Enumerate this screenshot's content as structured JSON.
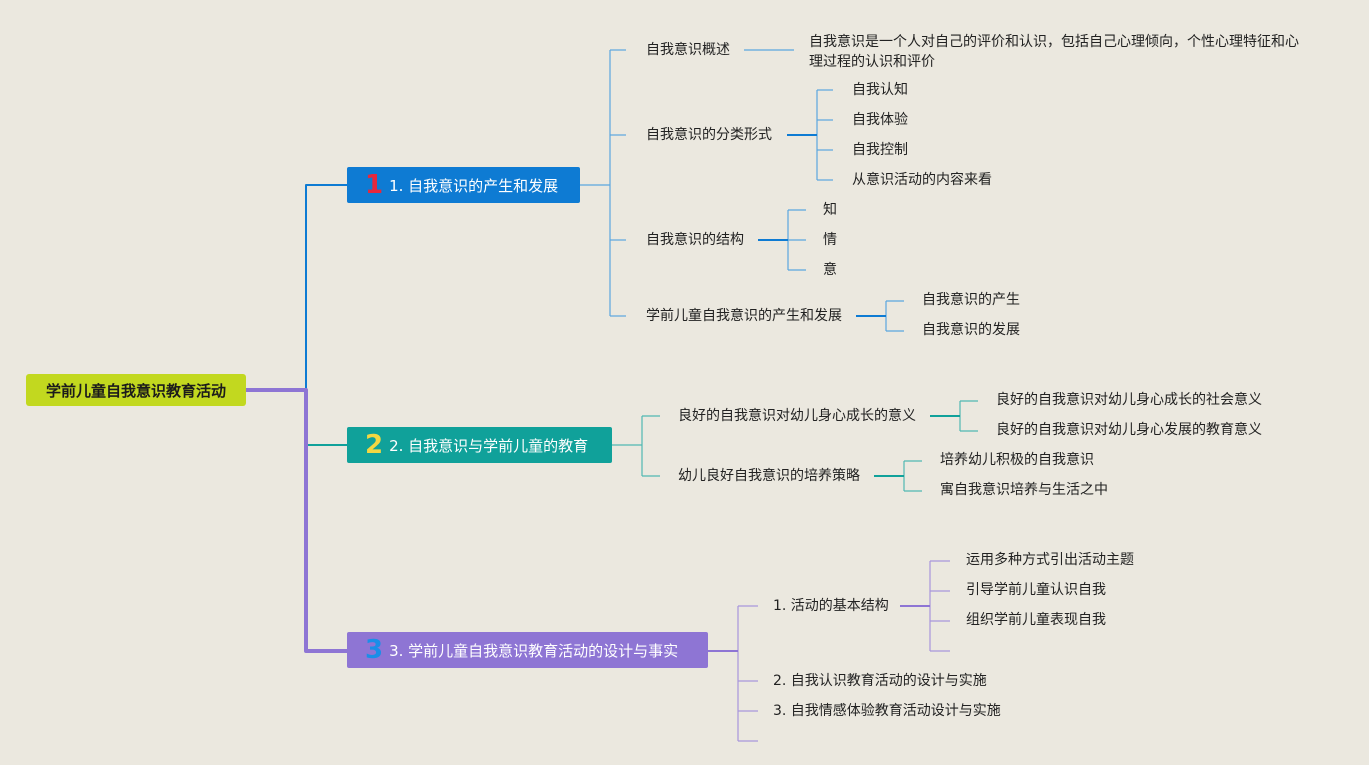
{
  "root": {
    "label": "学前儿童自我意识教育活动"
  },
  "colors": {
    "root": "#c2d81f",
    "branch1": "#0e7bd3",
    "branch2": "#10a19a",
    "branch3": "#8e75d4"
  },
  "branches": [
    {
      "number": "1",
      "label": "1. 自我意识的产生和发展",
      "children": [
        {
          "label": "自我意识概述",
          "children": [
            {
              "label": "自我意识是一个人对自己的评价和认识，包括自己心理倾向，个性心理特征和心理过程的认识和评价"
            }
          ]
        },
        {
          "label": "自我意识的分类形式",
          "children": [
            {
              "label": "自我认知"
            },
            {
              "label": "自我体验"
            },
            {
              "label": "自我控制"
            },
            {
              "label": "从意识活动的内容来看"
            }
          ]
        },
        {
          "label": "自我意识的结构",
          "children": [
            {
              "label": "知"
            },
            {
              "label": "情"
            },
            {
              "label": "意"
            }
          ]
        },
        {
          "label": "学前儿童自我意识的产生和发展",
          "children": [
            {
              "label": "自我意识的产生"
            },
            {
              "label": "自我意识的发展"
            }
          ]
        }
      ]
    },
    {
      "number": "2",
      "label": "2. 自我意识与学前儿童的教育",
      "children": [
        {
          "label": "良好的自我意识对幼儿身心成长的意义",
          "children": [
            {
              "label": "良好的自我意识对幼儿身心成长的社会意义"
            },
            {
              "label": "良好的自我意识对幼儿身心发展的教育意义"
            }
          ]
        },
        {
          "label": "幼儿良好自我意识的培养策略",
          "children": [
            {
              "label": "培养幼儿积极的自我意识"
            },
            {
              "label": "寓自我意识培养与生活之中"
            }
          ]
        }
      ]
    },
    {
      "number": "3",
      "label": "3. 学前儿童自我意识教育活动的设计与事实",
      "children": [
        {
          "label": "1. 活动的基本结构",
          "children": [
            {
              "label": "运用多种方式引出活动主题"
            },
            {
              "label": "引导学前儿童认识自我"
            },
            {
              "label": "组织学前儿童表现自我"
            }
          ]
        },
        {
          "label": "2. 自我认识教育活动的设计与实施"
        },
        {
          "label": "3. 自我情感体验教育活动设计与实施"
        }
      ]
    }
  ]
}
